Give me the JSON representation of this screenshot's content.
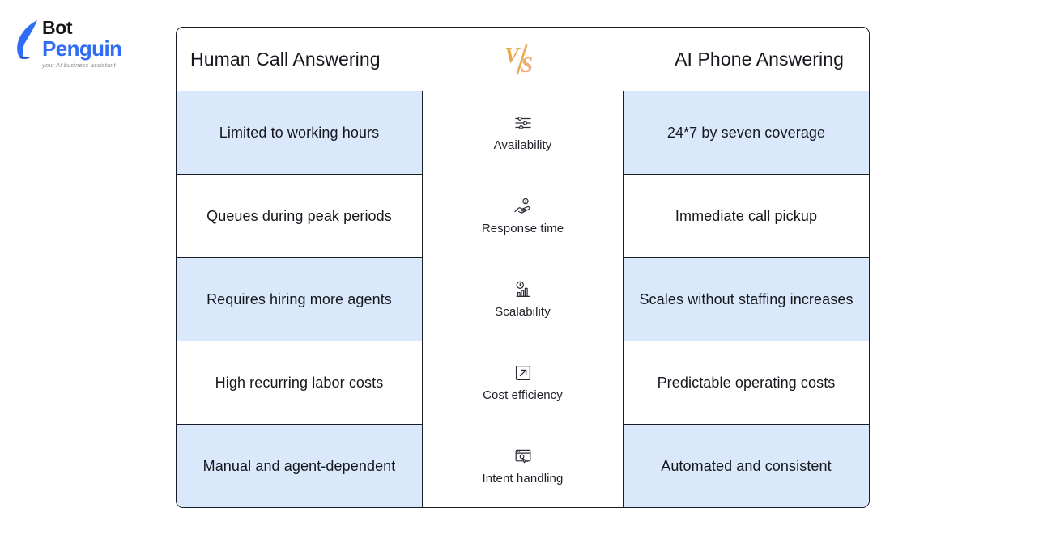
{
  "brand": {
    "name_part1": "Bot",
    "name_part2": "Penguin",
    "tagline": "your AI business assistant",
    "mark_icon": "penguin-icon",
    "primary_color": "#2f6df6",
    "text_color": "#15161a"
  },
  "table": {
    "header": {
      "left_title": "Human Call Answering",
      "right_title": "AI Phone Answering",
      "center_badge_icon": "vs-badge-icon",
      "center_badge_text": "VS"
    },
    "theme": {
      "shaded_row_color": "#d9e8fb",
      "plain_row_color": "#ffffff",
      "border_color": "#1a1d27"
    },
    "rows": [
      {
        "feature": "Availability",
        "feature_icon": "sliders-icon",
        "left": "Limited to working hours",
        "right": "24*7 by seven coverage",
        "shaded": true
      },
      {
        "feature": "Response time",
        "feature_icon": "hand-coin-icon",
        "left": "Queues during peak periods",
        "right": "Immediate call pickup",
        "shaded": false
      },
      {
        "feature": "Scalability",
        "feature_icon": "clock-bar-chart-icon",
        "left": "Requires hiring more agents",
        "right": "Scales without staffing increases",
        "shaded": true
      },
      {
        "feature": "Cost efficiency",
        "feature_icon": "arrow-up-right-box-icon",
        "left": "High recurring labor costs",
        "right": "Predictable operating costs",
        "shaded": false
      },
      {
        "feature": "Intent handling",
        "feature_icon": "browser-click-icon",
        "left": "Manual and agent-dependent",
        "right": "Automated and consistent",
        "shaded": true
      }
    ]
  }
}
